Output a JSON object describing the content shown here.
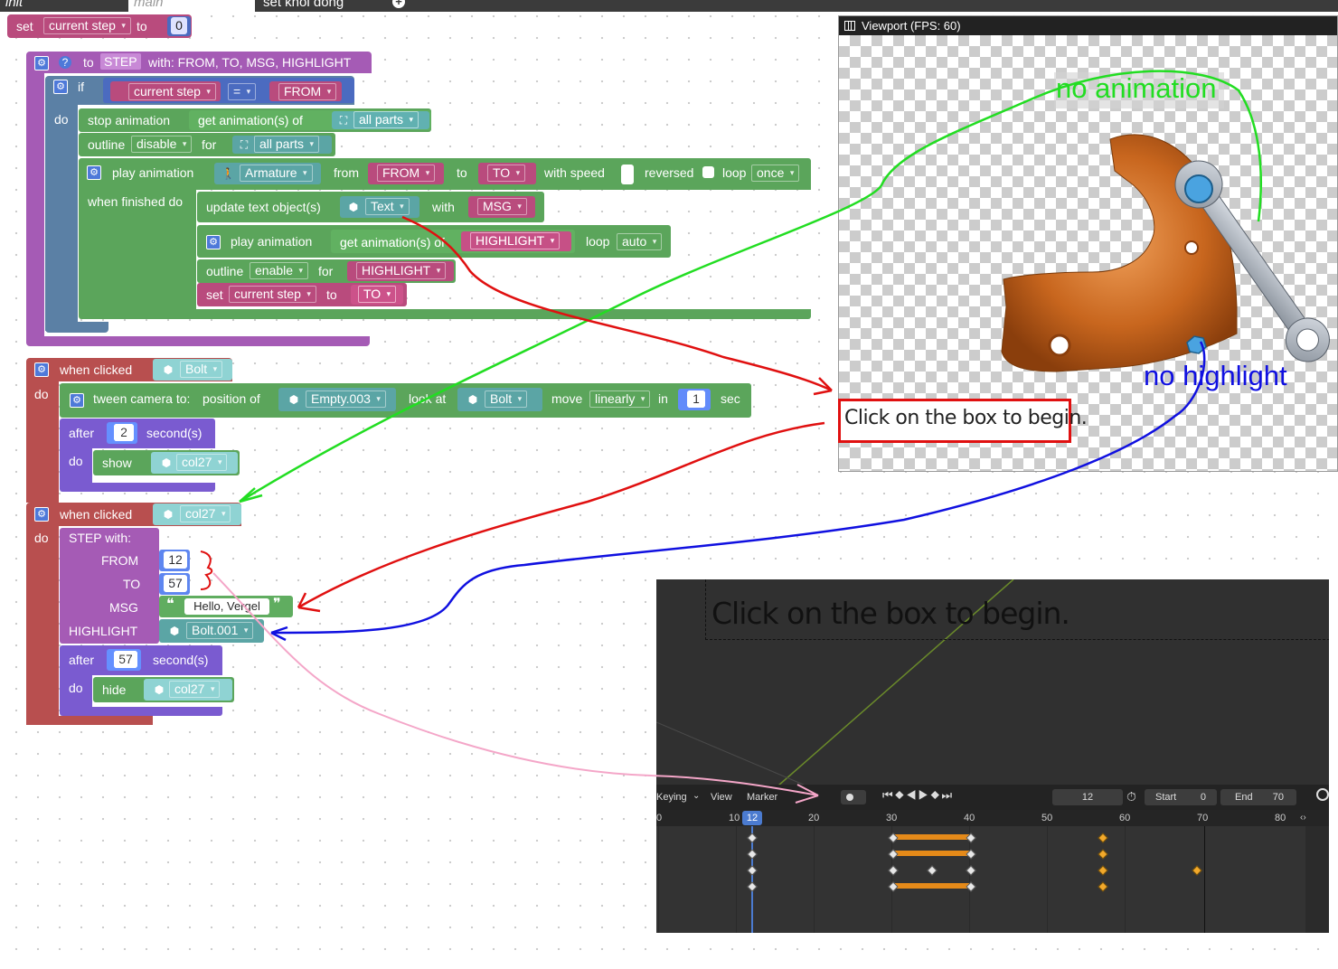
{
  "tabs": [
    {
      "label": "init",
      "active": false
    },
    {
      "label": "main",
      "active": true
    },
    {
      "label": "set khoi dong",
      "active": false
    }
  ],
  "tab_add_icon": "plus-circle-icon",
  "blocks": {
    "set_top": {
      "set": "set",
      "var": "current step",
      "to": "to",
      "value": "0"
    },
    "step_def": {
      "to": "to",
      "name": "STEP",
      "with": "with: FROM, TO, MSG, HIGHLIGHT",
      "if": "if",
      "cond_var": "current step",
      "op": "=",
      "cond_val": "FROM",
      "do": "do",
      "stop_anim": "stop animation",
      "get_anim": "get animation(s) of",
      "all_parts": "all parts",
      "outline": "outline",
      "disable": "disable",
      "for": "for",
      "all_parts2": "all parts",
      "play_anim": "play animation",
      "armature": "Armature",
      "from": "from",
      "from_val": "FROM",
      "to2": "to",
      "to_val": "TO",
      "with_speed": "with speed",
      "reversed": "reversed",
      "loop": "loop",
      "once": "once",
      "when_finished": "when finished do",
      "update_text": "update text object(s)",
      "text_obj": "Text",
      "with2": "with",
      "msg": "MSG",
      "play_anim2": "play animation",
      "get_anim2": "get animation(s) of",
      "highlight": "HIGHLIGHT",
      "loop2": "loop",
      "auto": "auto",
      "outline2": "outline",
      "enable": "enable",
      "for2": "for",
      "highlight2": "HIGHLIGHT",
      "set": "set",
      "cur_step": "current step",
      "to3": "to",
      "to_val2": "TO"
    },
    "bolt_click": {
      "when_clicked": "when clicked",
      "obj": "Bolt",
      "do": "do",
      "tween": "tween camera to:",
      "position_of": "position of",
      "empty": "Empty.003",
      "look_at": "look at",
      "bolt": "Bolt",
      "move": "move",
      "linearly": "linearly",
      "in": "in",
      "secs": "1",
      "sec": "sec",
      "after": "after",
      "after_val": "2",
      "seconds": "second(s)",
      "do2": "do",
      "show": "show",
      "col": "col27"
    },
    "col_click": {
      "when_clicked": "when clicked",
      "obj": "col27",
      "do": "do",
      "step_with": "STEP  with:",
      "from": "FROM",
      "from_val": "12",
      "to": "TO",
      "to_val": "57",
      "msg": "MSG",
      "msg_val": "Hello, Vergel",
      "highlight": "HIGHLIGHT",
      "highlight_val": "Bolt.001",
      "after": "after",
      "after_val": "57",
      "seconds": "second(s)",
      "do2": "do",
      "hide": "hide",
      "col": "col27"
    }
  },
  "viewport": {
    "title": "Viewport (FPS: 60)",
    "label_no_animation": "no animation",
    "label_no_highlight": "no highlight",
    "click_box_text": "Click on the box to begin."
  },
  "blender": {
    "text_object": "Click on the box to begin.",
    "menu": [
      "Keying",
      "View",
      "Marker"
    ],
    "current_frame": "12",
    "start_label": "Start",
    "start_val": "0",
    "end_label": "End",
    "end_val": "70",
    "ruler": [
      "0",
      "10",
      "12",
      "20",
      "30",
      "40",
      "50",
      "60",
      "70",
      "80"
    ]
  },
  "colors": {
    "arrow_green": "#22dd22",
    "arrow_red": "#e01010",
    "arrow_blue": "#1010d0",
    "arrow_pink": "#f4a6c8"
  }
}
